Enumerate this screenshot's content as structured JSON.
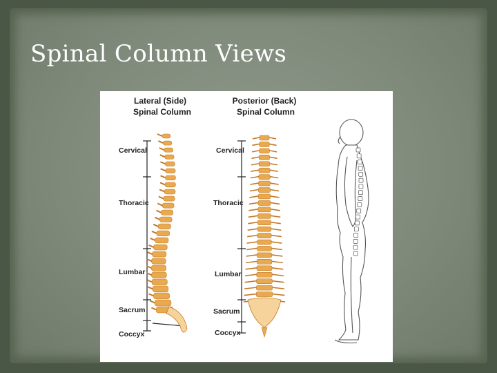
{
  "slide": {
    "title": "Spinal Column Views"
  },
  "figure": {
    "lateral": {
      "heading_line1": "Lateral (Side)",
      "heading_line2": "Spinal Column"
    },
    "posterior": {
      "heading_line1": "Posterior (Back)",
      "heading_line2": "Spinal Column"
    },
    "regions": [
      "Cervical",
      "Thoracic",
      "Lumbar",
      "Sacrum",
      "Coccyx"
    ],
    "colors": {
      "bone": "#e9a94f",
      "bone_light": "#f6d39b",
      "bone_dark": "#c27a2a"
    }
  }
}
